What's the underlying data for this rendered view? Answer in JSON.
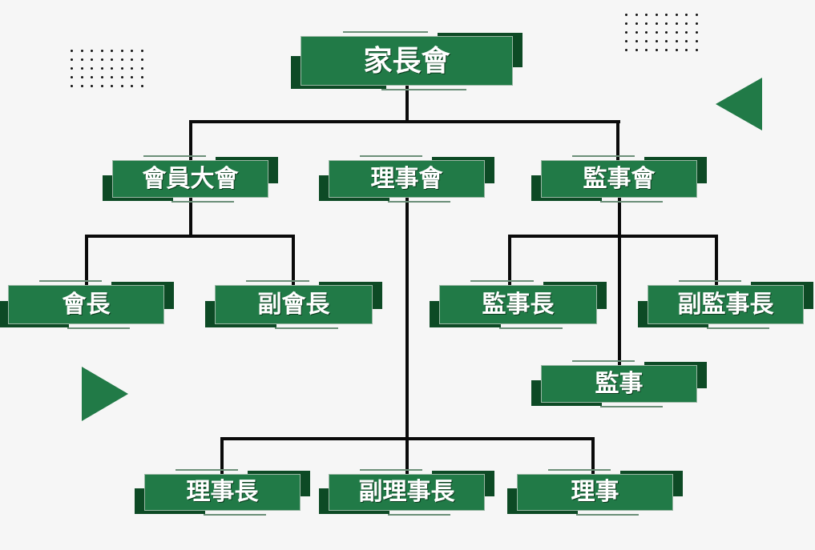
{
  "colors": {
    "box": "#217a47",
    "box_shadow": "#0d4a25",
    "connector": "#0a0a0a"
  },
  "nodes": {
    "root": "家長會",
    "general_assembly": "會員大會",
    "board": "理事會",
    "supervisors": "監事會",
    "president": "會長",
    "vice_president": "副會長",
    "chief_supervisor": "監事長",
    "vice_chief_supervisor": "副監事長",
    "supervisor": "監事",
    "board_chair": "理事長",
    "vice_board_chair": "副理事長",
    "director": "理事"
  }
}
